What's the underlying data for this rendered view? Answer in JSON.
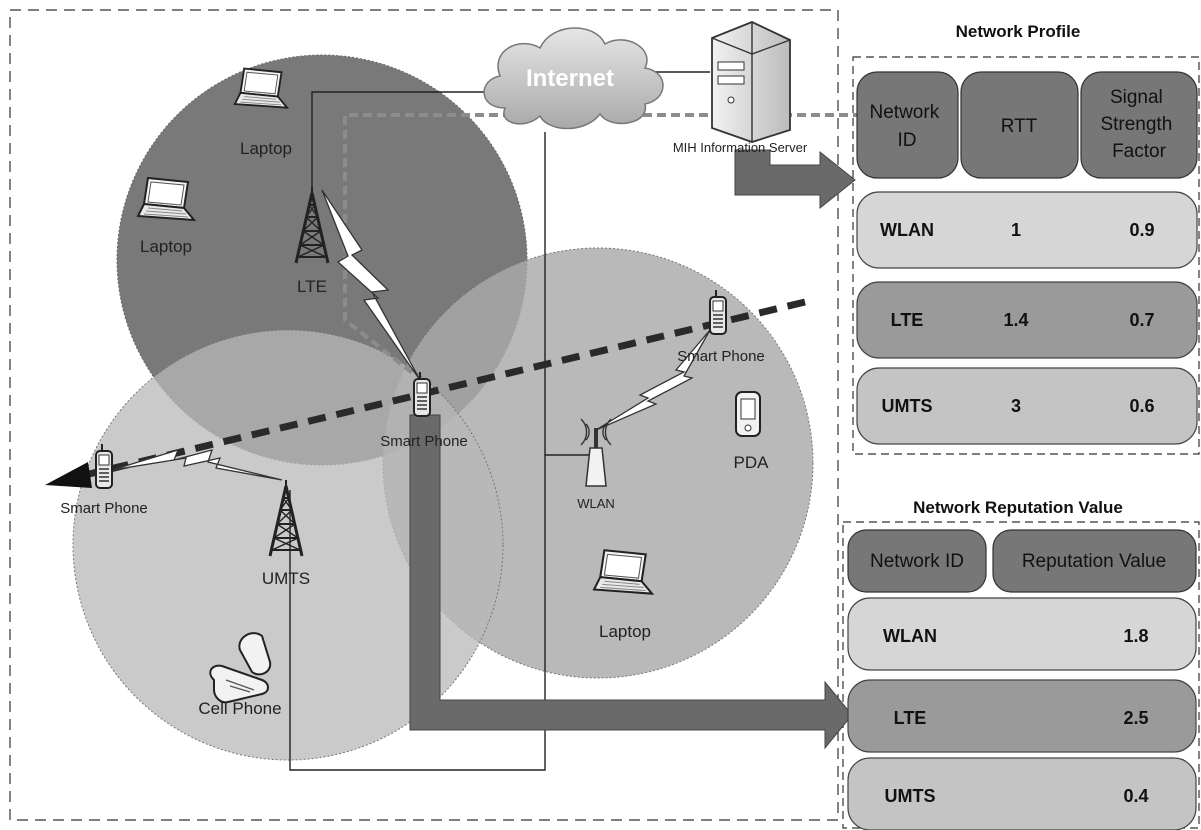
{
  "network": {
    "internet": "Internet",
    "server": "MIH Information Server",
    "lte": "LTE",
    "umts": "UMTS",
    "wlan": "WLAN",
    "laptop_top": "Laptop",
    "laptop_left": "Laptop",
    "laptop_bottom": "Laptop",
    "smartphone_center": "Smart Phone",
    "smartphone_right": "Smart Phone",
    "smartphone_left": "Smart Phone",
    "pda": "PDA",
    "cellphone": "Cell Phone"
  },
  "profile": {
    "title": "Network Profile",
    "col1": "Network\nID",
    "col2": "RTT",
    "col3": "Signal\nStrength\nFactor",
    "rows": [
      {
        "id": "WLAN",
        "rtt": "1",
        "ssf": "0.9",
        "fill": "#d6d6d6"
      },
      {
        "id": "LTE",
        "rtt": "1.4",
        "ssf": "0.7",
        "fill": "#9a9a9a"
      },
      {
        "id": "UMTS",
        "rtt": "3",
        "ssf": "0.6",
        "fill": "#c4c4c4"
      }
    ]
  },
  "reputation": {
    "title": "Network Reputation Value",
    "col1": "Network ID",
    "col2": "Reputation Value",
    "rows": [
      {
        "id": "WLAN",
        "value": "1.8",
        "fill": "#d6d6d6"
      },
      {
        "id": "LTE",
        "value": "2.5",
        "fill": "#9a9a9a"
      },
      {
        "id": "UMTS",
        "value": "0.4",
        "fill": "#c4c4c4"
      }
    ]
  },
  "colors": {
    "lte_cell": "#6e6e6e",
    "umts_cell": "#b4b4b4",
    "wlan_cell": "#b9b9b9",
    "header_fill": "#777777",
    "arrow": "#6a6a6a"
  }
}
